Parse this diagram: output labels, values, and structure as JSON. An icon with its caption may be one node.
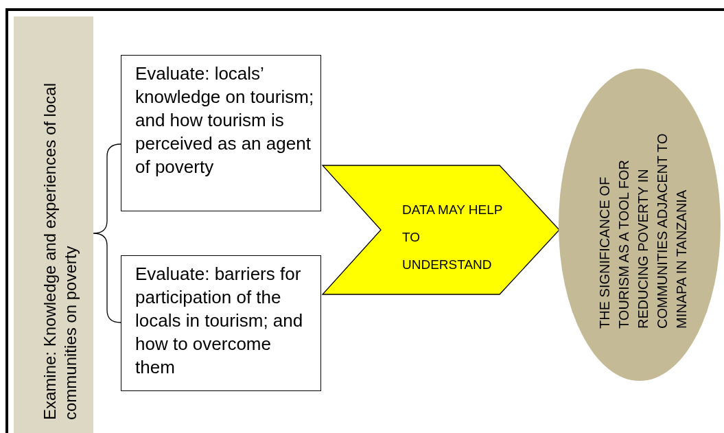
{
  "diagram": {
    "nodes": [
      {
        "text": [
          "Examine: Knowledge and experiences of local communities on poverty"
        ]
      },
      {
        "text": [
          "Evaluate: locals’ knowledge on tourism; and how tourism is perceived as an agent of poverty"
        ]
      },
      {
        "text": [
          "Evaluate: barriers for participation of the locals in tourism; and how to overcome them"
        ]
      },
      {
        "text": [
          "DATA MAY HELP TO UNDERSTAND"
        ]
      },
      {
        "text": [
          "THE SIGNIFICANCE OF TOURISM AS A TOOL FOR REDUCING POVERTY IN COMMUNITIES ADJACENT TO MINAPA IN TANZANIA"
        ]
      }
    ]
  }
}
